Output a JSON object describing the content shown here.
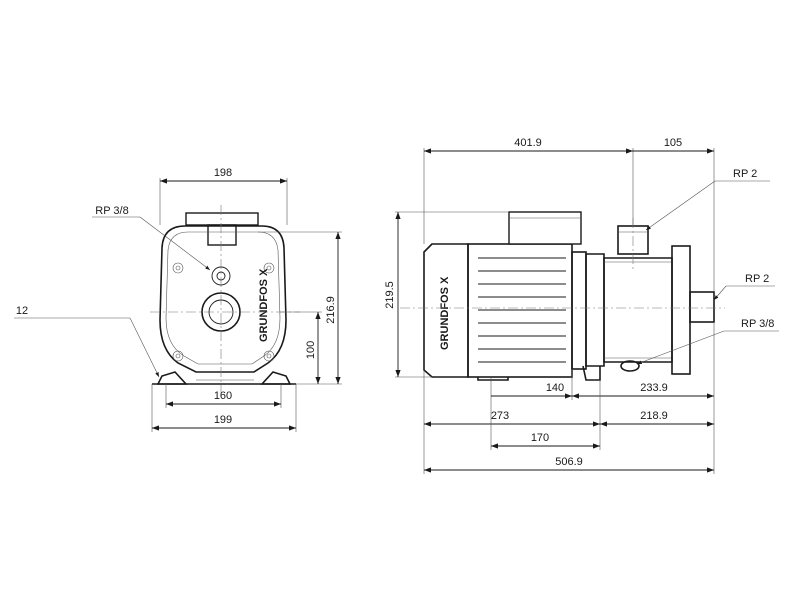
{
  "front_view": {
    "width_top": "198",
    "foot_span": "160",
    "base_width": "199",
    "foot_thickness": "12",
    "shaft_height": "100",
    "total_height": "216.9",
    "drain_label": "RP 3/8",
    "brand_text": "GRUNDFOS X"
  },
  "side_view": {
    "motor_length": "401.9",
    "outlet_offset": "105",
    "outlet_label": "RP 2",
    "inlet_label": "RP 2",
    "drain_label": "RP 3/8",
    "height": "219.5",
    "foot_offset": "140",
    "pump_length": "233.9",
    "motor_to_foot": "273",
    "pump_to_end": "218.9",
    "foot_span": "170",
    "total_length": "506.9",
    "brand_text": "GRUNDFOS X"
  }
}
